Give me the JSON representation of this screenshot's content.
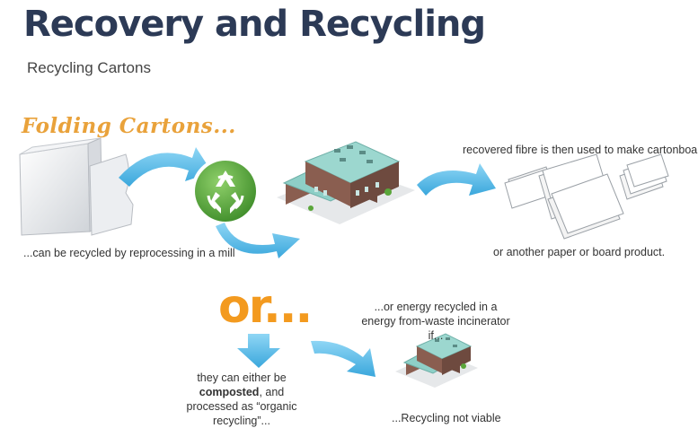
{
  "header": {
    "title": "Recovery and Recycling",
    "subtitle": "Recycling Cartons"
  },
  "diagram": {
    "folding_label": "Folding Cartons...",
    "mill_caption": "...can be recycled by reprocessing in a mill",
    "fibre_caption": "recovered fibre is then used to make cartonboard",
    "other_caption": "or another paper or board product.",
    "or_label": "or...",
    "energy_caption": "...or energy recycled in a energy from-waste incinerator if...",
    "compost_pre": "they can either be",
    "compost_bold": "composted",
    "compost_post": ", and processed as “organic recycling”...",
    "notviable_caption": "...Recycling not viable"
  },
  "colors": {
    "title": "#2c3a56",
    "folding": "#e9a23b",
    "arrow": "#5bbde8",
    "recycle_green": "#5aa63a",
    "or_orange": "#f39a1f",
    "roof_teal": "#8ecfc7",
    "brick": "#7a5548"
  },
  "icons": [
    "carton-box-icon",
    "recycle-symbol-icon",
    "mill-factory-icon",
    "paper-sheets-icon",
    "incinerator-factory-icon",
    "down-arrow-icon"
  ]
}
